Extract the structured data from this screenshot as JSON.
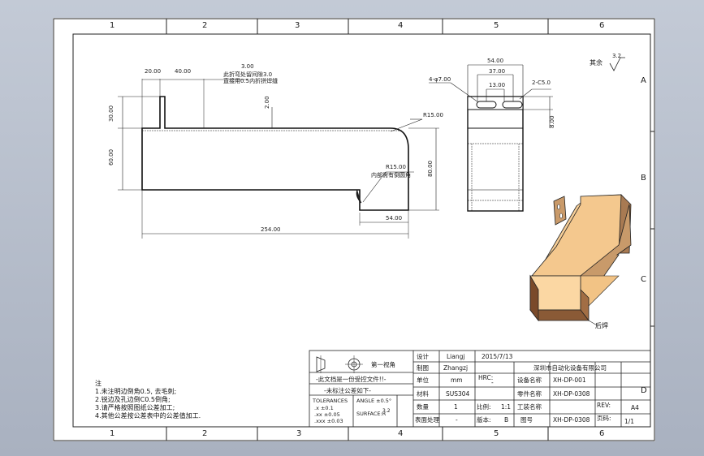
{
  "zone_columns": [
    "1",
    "2",
    "3",
    "4",
    "5",
    "6"
  ],
  "zone_rows": [
    "A",
    "B",
    "C",
    "D"
  ],
  "surface_finish": {
    "label": "其余",
    "value": "3.2"
  },
  "side_view_dims": {
    "d20": "20.00",
    "d40": "40.00",
    "d3": "3.00",
    "note_line1": "此折弯处留间隙3.0",
    "note_line2": "直接用0.5内折拼焊缝",
    "d2": "2.00",
    "r15_top": "R15.00",
    "d30": "30.00",
    "d60": "60.00",
    "r15_inner": "R15.00",
    "inner_note": "内部需有倒圆角",
    "d80": "80.00",
    "d54": "54.00",
    "d254": "254.00"
  },
  "end_view_dims": {
    "d54": "54.00",
    "d37": "37.00",
    "d13": "13.00",
    "d4x7": "4-φ7.00",
    "d2c5": "2-C5.0",
    "d8": "8.00"
  },
  "iso_label": "后焊",
  "title_block": {
    "projection": "第一视角",
    "design_label": "设计",
    "designer": "Liangj",
    "date": "2015/7/13",
    "check_label": "制图",
    "checker": "Zhangzj",
    "company": "深圳市自动化设备有限公司",
    "unit_label": "单位",
    "unit": "mm",
    "hrc_label": "HRC:",
    "hrc_value": "-",
    "equip_name_label": "设备名称",
    "equip_name": "XH-DP-001",
    "material_label": "材料",
    "material": "SUS304",
    "part_name_label": "零件名称",
    "part_name": "XH-DP-0308",
    "qty_label": "数量",
    "qty": "1",
    "scale_label": "比例:",
    "scale": "1:1",
    "project_label": "工装名称",
    "rev_label": "REV:",
    "sheet_size": "A4",
    "surface_label": "表面处理",
    "surface": "-",
    "version_label": "版本:",
    "version": "B",
    "drawing_no_label": "图号",
    "drawing_no": "XH-DP-0308",
    "page_label": "页码:",
    "page": "1/1",
    "warn1": "-此文档是一份受控文件!!-",
    "warn2": "-未标注公差如下-",
    "tol_header": "TOLERANCES",
    "tol_rows": [
      ".x   ±0.1",
      ".xx  ±0.05",
      ".xxx ±0.03"
    ],
    "angle_tol": "ANGLE ±0.5°",
    "surf_tol": "SURFACE:R",
    "surf_tol_val": "3.2"
  },
  "notes": {
    "title": "注",
    "items": [
      "1.未注明边倒角0.5, 去毛刺;",
      "2.锐边及孔边倒C0.5倒角;",
      "3.请严格按照图纸公差加工;",
      "4.其他公差按公差表中的公差值加工."
    ]
  }
}
